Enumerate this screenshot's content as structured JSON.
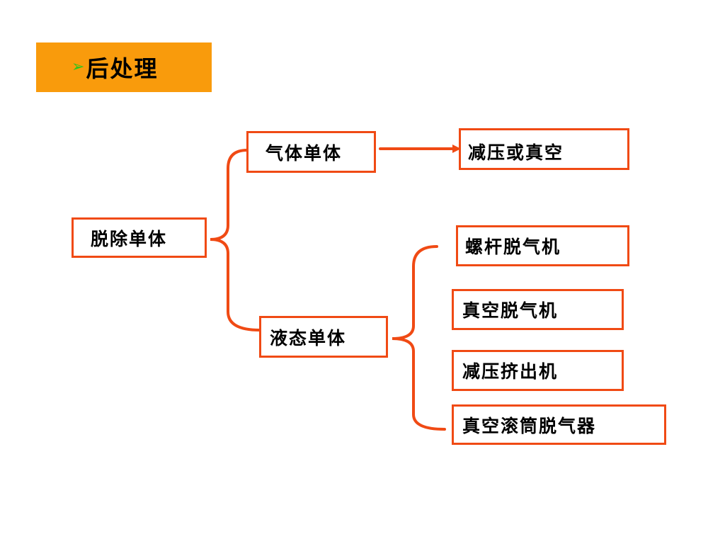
{
  "title": {
    "arrow": "➢",
    "text": "后处理"
  },
  "nodes": {
    "root": "脱除单体",
    "gas": "气体单体",
    "liquid": "液态单体",
    "gas_method": "减压或真空",
    "liquid_methods": [
      "螺杆脱气机",
      "真空脱气机",
      "减压挤出机",
      "真空滚筒脱气器"
    ]
  },
  "colors": {
    "title_bg": "#f99b0c",
    "line": "#f04a14",
    "arrow": "#2ec41d"
  }
}
